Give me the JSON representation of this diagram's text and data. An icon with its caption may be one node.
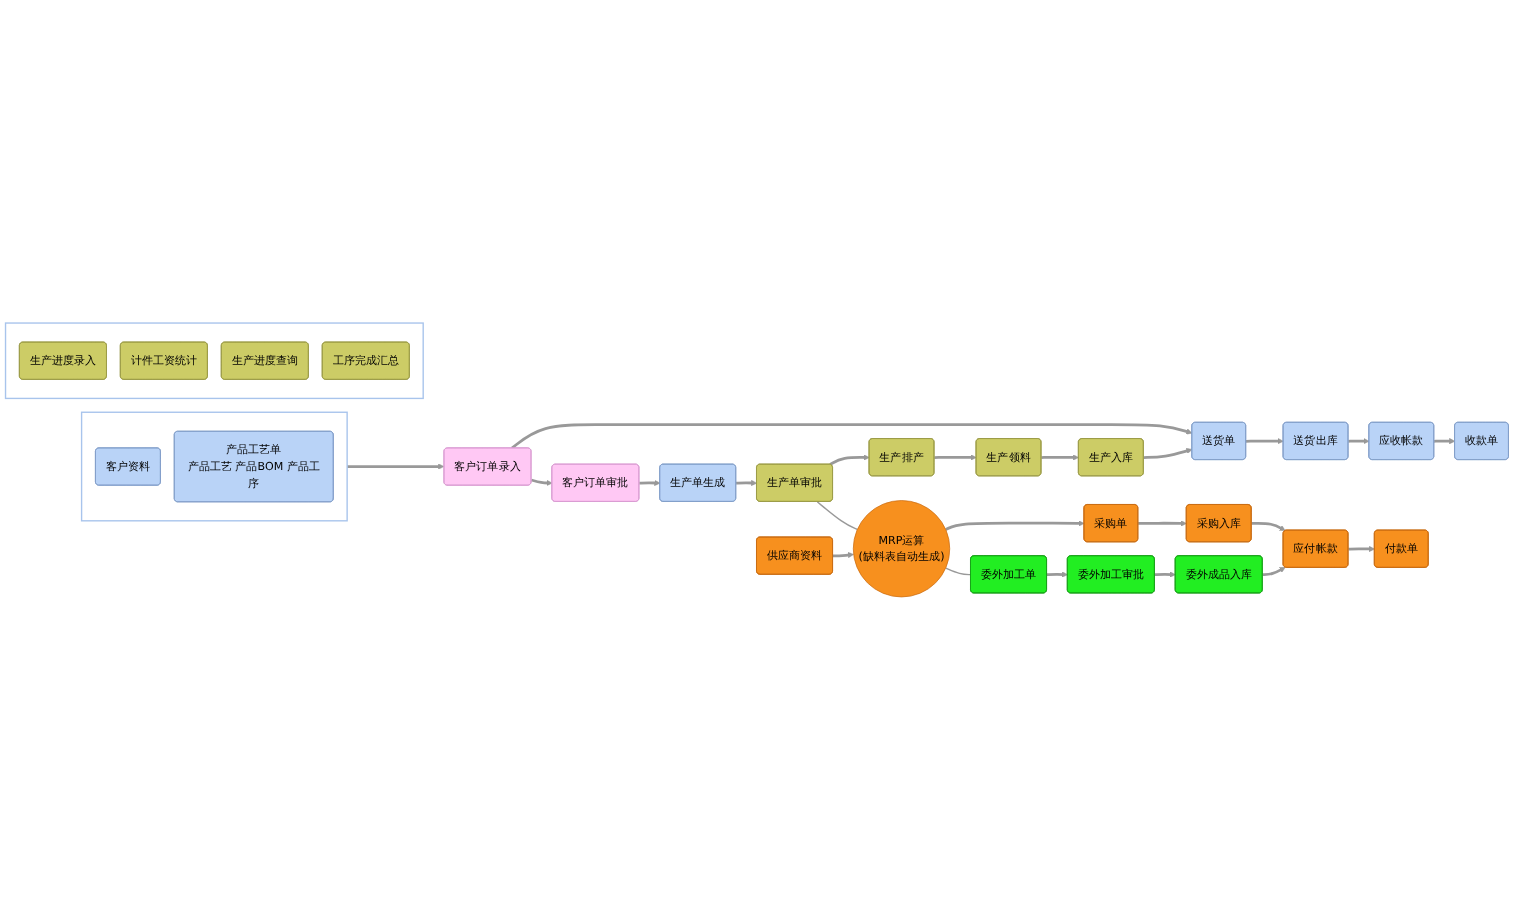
{
  "diagram": {
    "nodes": [
      {
        "text": [],
        "shape": "box"
      },
      {
        "text": [
          "客户资料"
        ],
        "in": 0
      },
      {
        "text": [
          "产品工艺单",
          "产品工艺 产品BOM 产品工序"
        ],
        "in": 0
      },
      {
        "text": [
          "客户订单录入"
        ]
      },
      {
        "text": [
          "送货单"
        ]
      },
      {
        "text": [
          "送货出库"
        ]
      },
      {
        "text": [
          "应收帐款"
        ]
      },
      {
        "text": [
          "收款单"
        ]
      },
      {
        "text": [
          "客户订单审批"
        ]
      },
      {
        "text": [
          "生产单生成"
        ]
      },
      {
        "text": [
          "生产单审批"
        ]
      },
      {
        "text": [
          "生产排产"
        ]
      },
      {
        "text": [
          "生产领料"
        ]
      },
      {
        "text": [],
        "shape": "box"
      },
      {
        "text": [
          "生产进度录入"
        ],
        "in": 13
      },
      {
        "text": [
          "计件工资统计"
        ],
        "in": 13
      },
      {
        "text": [
          "生产进度查询"
        ],
        "in": 13
      },
      {
        "text": [
          "工序完成汇总"
        ],
        "in": 13
      },
      {
        "text": [
          "生产入库"
        ]
      },
      {
        "text": [
          "供应商资料"
        ]
      },
      {
        "text": [
          "MRP运算",
          "(缺料表自动生成)"
        ]
      },
      {
        "text": [
          "采购单"
        ]
      },
      {
        "text": [
          "采购入库"
        ]
      },
      {
        "text": [
          "应付帐款"
        ]
      },
      {
        "text": [
          "付款单"
        ]
      },
      {
        "text": [
          "委外加工单"
        ]
      },
      {
        "text": [
          "委外加工审批"
        ]
      },
      {
        "text": [
          "委外成品入库"
        ]
      }
    ],
    "edges": [
      {
        "from": 0,
        "to": 3,
        "arrow": "to"
      },
      {
        "from": 3,
        "to": 4,
        "arrow": "to"
      },
      {
        "from": 4,
        "to": 5,
        "arrow": "to"
      },
      {
        "from": 5,
        "to": 6,
        "arrow": "to"
      },
      {
        "from": 6,
        "to": 7,
        "arrow": "to"
      },
      {
        "from": 3,
        "to": 8,
        "arrow": "to"
      },
      {
        "from": 8,
        "to": 9,
        "arrow": "to"
      },
      {
        "from": 9,
        "to": 10,
        "arrow": "to"
      },
      {
        "from": 10,
        "to": 11,
        "arrow": "to"
      },
      {
        "from": 11,
        "to": 12,
        "arrow": "to"
      },
      {
        "from": 12,
        "to": 18,
        "arrow": "to"
      },
      {
        "from": 18,
        "to": 4,
        "arrow": "to"
      },
      {
        "from": 10,
        "to": 20,
        "arrow": "none"
      },
      {
        "from": 19,
        "to": 20,
        "arrow": "to"
      },
      {
        "from": 20,
        "to": 21,
        "arrow": "to"
      },
      {
        "from": 21,
        "to": 22,
        "arrow": "to"
      },
      {
        "from": 22,
        "to": 23,
        "arrow": "to"
      },
      {
        "from": 23,
        "to": 24,
        "arrow": "to"
      },
      {
        "from": 20,
        "to": 25,
        "arrow": "none"
      },
      {
        "from": 25,
        "to": 26,
        "arrow": "to"
      },
      {
        "from": 26,
        "to": 27,
        "arrow": "to"
      },
      {
        "from": 27,
        "to": 23,
        "arrow": "to"
      }
    ]
  }
}
